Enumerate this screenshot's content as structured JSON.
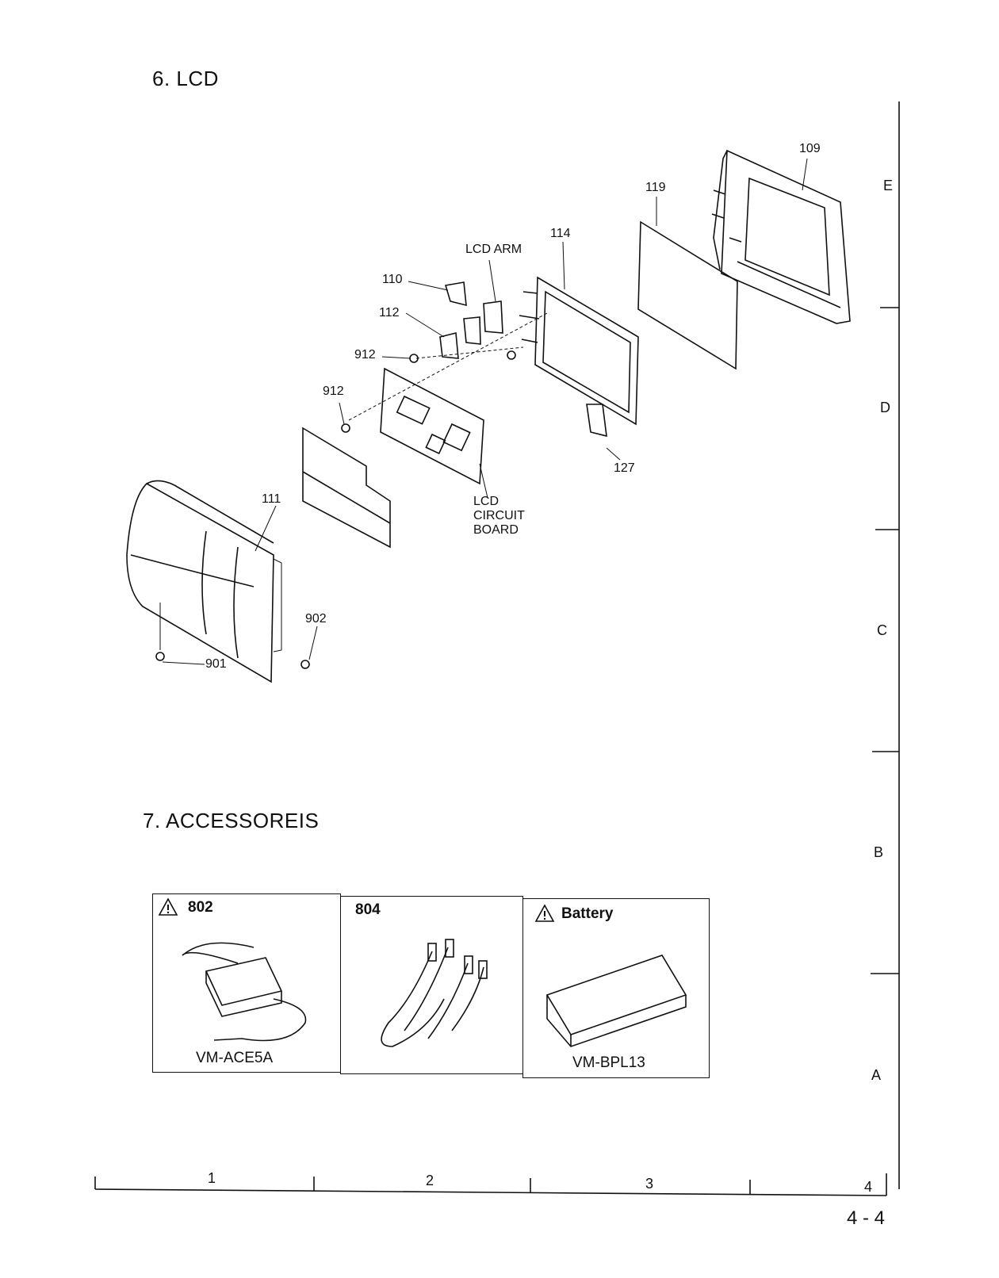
{
  "sections": {
    "lcd_title": "6. LCD",
    "accessories_title": "7. ACCESSOREIS"
  },
  "part_labels": {
    "p109": "109",
    "p119": "119",
    "p114": "114",
    "lcd_arm": "LCD ARM",
    "p110": "110",
    "p112": "112",
    "p912a": "912",
    "p912b": "912",
    "p127": "127",
    "lcd_circuit_board_1": "LCD",
    "lcd_circuit_board_2": "CIRCUIT",
    "lcd_circuit_board_3": "BOARD",
    "p111": "111",
    "p902": "902",
    "p901": "901"
  },
  "grid": {
    "rows": [
      "E",
      "D",
      "C",
      "B",
      "A"
    ],
    "columns": [
      "1",
      "2",
      "3",
      "4"
    ]
  },
  "accessories": [
    {
      "code": "802",
      "model": "VM-ACE5A",
      "icon": "warning-triangle-icon"
    },
    {
      "code": "804",
      "model": ""
    },
    {
      "code": "Battery",
      "model": "VM-BPL13",
      "icon": "warning-triangle-icon"
    }
  ],
  "page_number": "4 - 4"
}
